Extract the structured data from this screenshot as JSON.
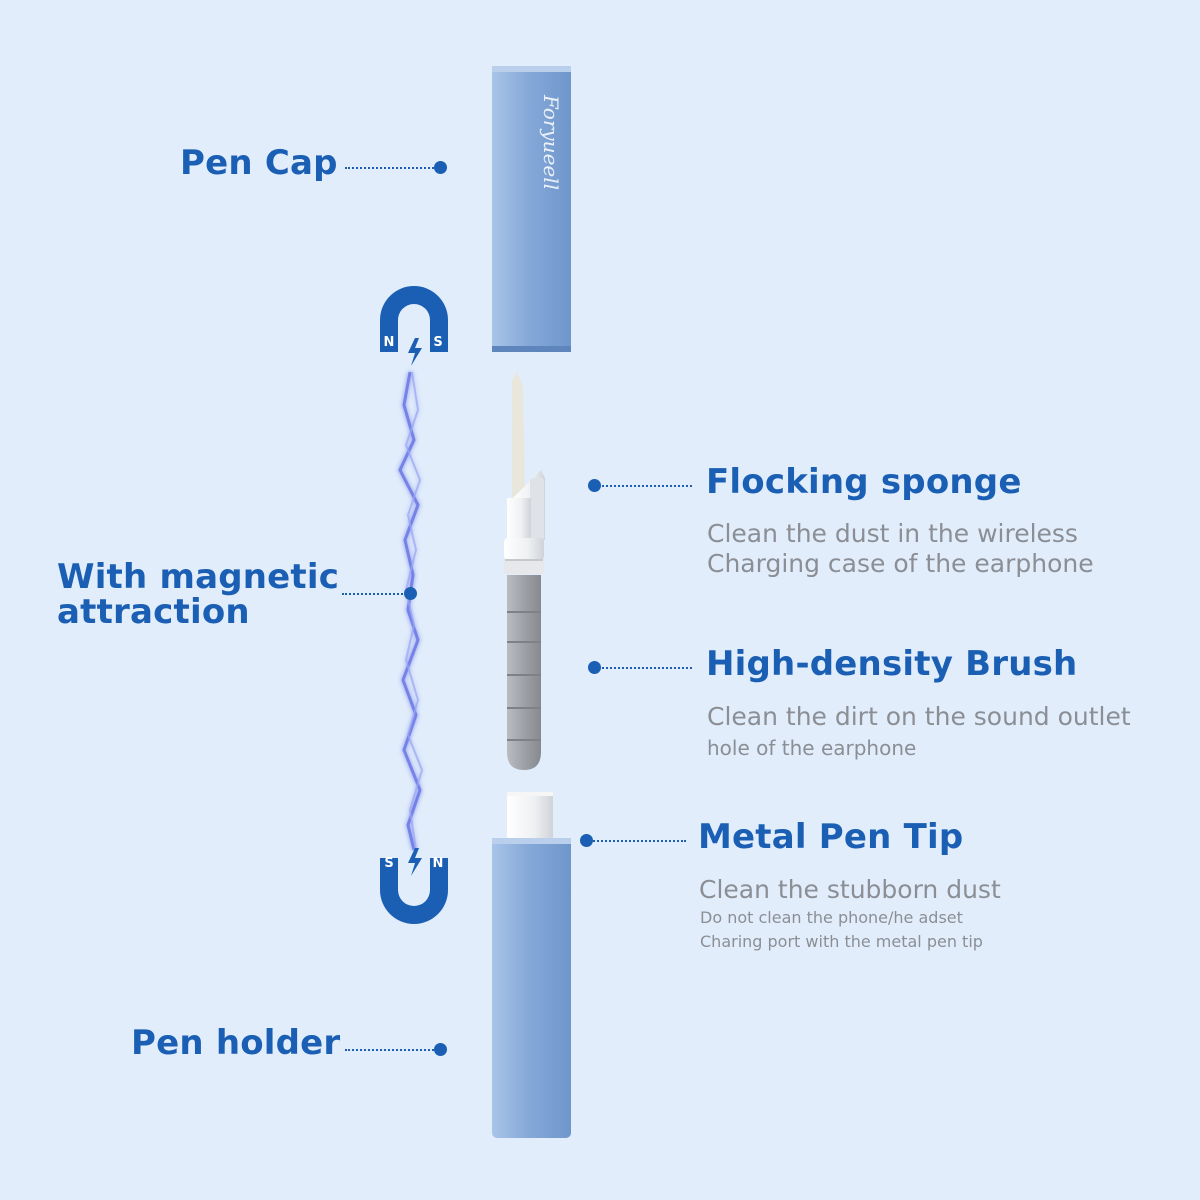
{
  "brand": "Foryueell",
  "labels": {
    "pen_cap": "Pen Cap",
    "magnetic_line1": "With magnetic",
    "magnetic_line2": "attraction",
    "pen_holder": "Pen holder"
  },
  "features": {
    "flocking": {
      "title": "Flocking sponge",
      "desc_line1": "Clean the dust in the wireless",
      "desc_line2": "Charging case of the earphone"
    },
    "brush": {
      "title": "High-density Brush",
      "desc_line1": "Clean the dirt on the sound outlet",
      "desc_line2": "hole of the earphone"
    },
    "tip": {
      "title": "Metal Pen Tip",
      "desc_line1": "Clean the stubborn dust",
      "note_line1": "Do not clean the phone/he adset",
      "note_line2": "Charing port with the metal pen tip"
    }
  },
  "magnet_poles": {
    "top_left": "N",
    "top_right": "S",
    "bottom_left": "S",
    "bottom_right": "N"
  },
  "colors": {
    "background": "#e1edfb",
    "accent": "#1a5fb4",
    "pen_body": "#7fa6d6",
    "description": "#8b8f95"
  }
}
